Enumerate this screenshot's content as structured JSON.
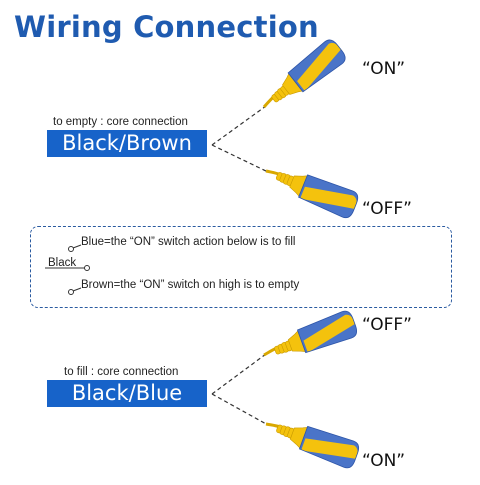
{
  "title": "Wiring Connection",
  "top_group": {
    "caption": "to empty : core connection",
    "core_label": "Black/Brown",
    "upper_state": "“ON”",
    "lower_state": "“OFF”"
  },
  "legend": {
    "blue_line": "Blue=the “ON” switch action below is to fill",
    "black_line": "Black",
    "brown_line": "Brown=the “ON” switch on high is to empty"
  },
  "bottom_group": {
    "caption": "to fill : core connection",
    "core_label": "Black/Blue",
    "upper_state": "“OFF”",
    "lower_state": "“ON”"
  },
  "colors": {
    "title": "#1f5bb0",
    "core_box": "#1763c9",
    "float_blue": "#4a74c8",
    "float_yellow": "#f4c20d",
    "legend_border": "#2a5aa0"
  }
}
